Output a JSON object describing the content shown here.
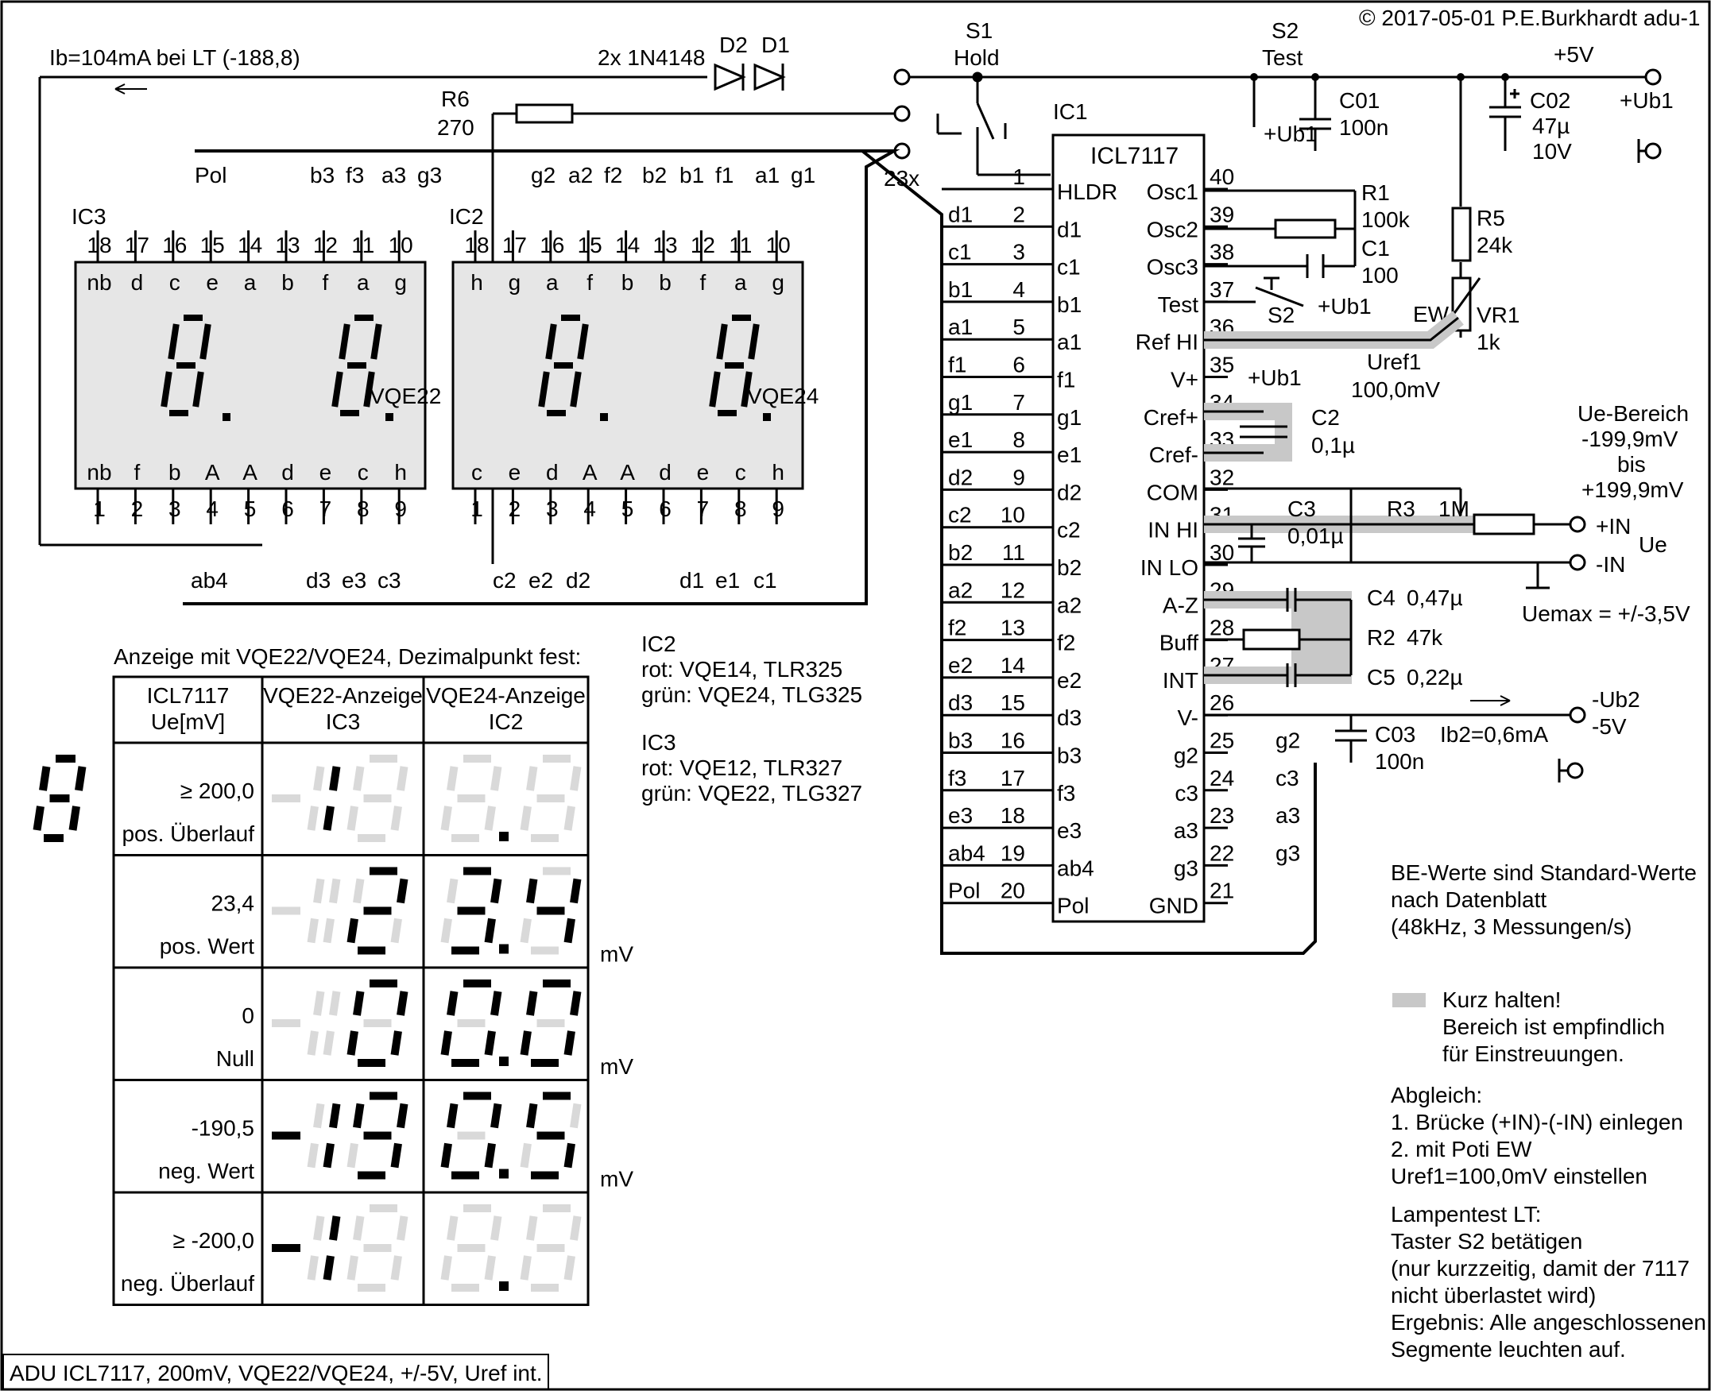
{
  "header": {
    "copyright": "© 2017-05-01 P.E.Burkhardt  adu-1"
  },
  "footer": {
    "title": "ADU ICL7117, 200mV, VQE22/VQE24, +/-5V, Uref int."
  },
  "top_labels": {
    "ib": "Ib=104mA bei LT (-188,8)",
    "diodes": "2x 1N4148",
    "d2": "D2",
    "d1": "D1",
    "s1": "S1",
    "hold": "Hold",
    "s2": "S2",
    "test": "Test",
    "plus5v": "+5V",
    "plusub1_right": "+Ub1",
    "plusub1_c01": "+Ub1",
    "c01": "C01",
    "c01_val": "100n",
    "c02": "C02",
    "c02_val1": "47µ",
    "c02_val2": "10V",
    "r6": "R6",
    "r6_val": "270",
    "ic1": "IC1",
    "count23x": "23x"
  },
  "ic1": {
    "name": "ICL7117",
    "left_pins": [
      {
        "num": "1",
        "label": "HLDR",
        "net": ""
      },
      {
        "num": "2",
        "label": "d1",
        "net": "d1"
      },
      {
        "num": "3",
        "label": "c1",
        "net": "c1"
      },
      {
        "num": "4",
        "label": "b1",
        "net": "b1"
      },
      {
        "num": "5",
        "label": "a1",
        "net": "a1"
      },
      {
        "num": "6",
        "label": "f1",
        "net": "f1"
      },
      {
        "num": "7",
        "label": "g1",
        "net": "g1"
      },
      {
        "num": "8",
        "label": "e1",
        "net": "e1"
      },
      {
        "num": "9",
        "label": "d2",
        "net": "d2"
      },
      {
        "num": "10",
        "label": "c2",
        "net": "c2"
      },
      {
        "num": "11",
        "label": "b2",
        "net": "b2"
      },
      {
        "num": "12",
        "label": "a2",
        "net": "a2"
      },
      {
        "num": "13",
        "label": "f2",
        "net": "f2"
      },
      {
        "num": "14",
        "label": "e2",
        "net": "e2"
      },
      {
        "num": "15",
        "label": "d3",
        "net": "d3"
      },
      {
        "num": "16",
        "label": "b3",
        "net": "b3"
      },
      {
        "num": "17",
        "label": "f3",
        "net": "f3"
      },
      {
        "num": "18",
        "label": "e3",
        "net": "e3"
      },
      {
        "num": "19",
        "label": "ab4",
        "net": "ab4"
      },
      {
        "num": "20",
        "label": "Pol",
        "net": "Pol"
      }
    ],
    "right_pins": [
      {
        "num": "40",
        "label": "Osc1"
      },
      {
        "num": "39",
        "label": "Osc2"
      },
      {
        "num": "38",
        "label": "Osc3"
      },
      {
        "num": "37",
        "label": "Test"
      },
      {
        "num": "36",
        "label": "Ref HI"
      },
      {
        "num": "35",
        "label": "V+"
      },
      {
        "num": "34",
        "label": "Cref+"
      },
      {
        "num": "33",
        "label": "Cref-"
      },
      {
        "num": "32",
        "label": "COM"
      },
      {
        "num": "31",
        "label": "IN HI"
      },
      {
        "num": "30",
        "label": "IN LO"
      },
      {
        "num": "29",
        "label": "A-Z"
      },
      {
        "num": "28",
        "label": "Buff"
      },
      {
        "num": "27",
        "label": "INT"
      },
      {
        "num": "26",
        "label": "V-"
      },
      {
        "num": "25",
        "label": "g2",
        "net": "g2"
      },
      {
        "num": "24",
        "label": "c3",
        "net": "c3"
      },
      {
        "num": "23",
        "label": "a3",
        "net": "a3"
      },
      {
        "num": "22",
        "label": "g3",
        "net": "g3"
      },
      {
        "num": "21",
        "label": "GND"
      }
    ]
  },
  "components": {
    "r1": "R1",
    "r1_val": "100k",
    "c1": "C1",
    "c1_val": "100",
    "s2b": "S2",
    "ub1_s2": "+Ub1",
    "ew": "EW",
    "vr1": "VR1",
    "vr1_val": "1k",
    "r5": "R5",
    "r5_val": "24k",
    "uref1": "Uref1",
    "uref1_val": "100,0mV",
    "ub1_vplus": "+Ub1",
    "c2": "C2",
    "c2_val": "0,1µ",
    "c3": "C3",
    "c3_val": "0,01µ",
    "r3": "R3",
    "r3_val": "1M",
    "in_plus": "+IN",
    "in_minus": "-IN",
    "ue": "Ue",
    "ue_range1": "Ue-Bereich",
    "ue_range2": "-199,9mV",
    "ue_range3": "bis",
    "ue_range4": "+199,9mV",
    "uemax": "Uemax = +/-3,5V",
    "c4": "C4",
    "c4_val": "0,47µ",
    "r2": "R2",
    "r2_val": "47k",
    "c5": "C5",
    "c5_val": "0,22µ",
    "ub2": "-Ub2",
    "minus5v": "-5V",
    "ib2": "Ib2=0,6mA",
    "c03": "C03",
    "c03_val": "100n"
  },
  "ic3": {
    "name": "IC3",
    "part": "VQE22",
    "top_pins": [
      "18",
      "17",
      "16",
      "15",
      "14",
      "13",
      "12",
      "11",
      "10"
    ],
    "top_segs": [
      "nb",
      "d",
      "c",
      "e",
      "a",
      "b",
      "f",
      "a",
      "g"
    ],
    "bot_segs": [
      "nb",
      "f",
      "b",
      "A",
      "A",
      "d",
      "e",
      "c",
      "h"
    ],
    "bot_pins": [
      "1",
      "2",
      "3",
      "4",
      "5",
      "6",
      "7",
      "8",
      "9"
    ],
    "top_nets": [
      "Pol",
      "b3",
      "f3",
      "a3",
      "g3"
    ],
    "bot_nets": [
      "ab4",
      "d3",
      "e3",
      "c3"
    ]
  },
  "ic2": {
    "name": "IC2",
    "part": "VQE24",
    "top_pins": [
      "18",
      "17",
      "16",
      "15",
      "14",
      "13",
      "12",
      "11",
      "10"
    ],
    "top_segs": [
      "h",
      "g",
      "a",
      "f",
      "b",
      "b",
      "f",
      "a",
      "g"
    ],
    "bot_segs": [
      "c",
      "e",
      "d",
      "A",
      "A",
      "d",
      "e",
      "c",
      "h"
    ],
    "bot_pins": [
      "1",
      "2",
      "3",
      "4",
      "5",
      "6",
      "7",
      "8",
      "9"
    ],
    "top_nets": [
      "g2",
      "a2",
      "f2",
      "b2",
      "b1",
      "f1",
      "a1",
      "g1"
    ],
    "bot_nets": [
      "c2",
      "e2",
      "d2",
      "d1",
      "e1",
      "c1"
    ]
  },
  "notes": {
    "ic2_title": "IC2",
    "ic2_red": "rot: VQE14, TLR325",
    "ic2_green": "grün: VQE24, TLG325",
    "ic3_title": "IC3",
    "ic3_red": "rot: VQE12, TLR327",
    "ic3_green": "grün: VQE22, TLG327",
    "be1": "BE-Werte sind Standard-Werte",
    "be2": "nach Datenblatt",
    "be3": "(48kHz, 3 Messungen/s)",
    "short1": "Kurz halten!",
    "short2": "Bereich ist empfindlich",
    "short3": "für Einstreuungen.",
    "adj0": "Abgleich:",
    "adj1": "1. Brücke (+IN)-(-IN) einlegen",
    "adj2": "2. mit Poti EW",
    "adj3": "Uref1=100,0mV einstellen",
    "lt0": "Lampentest LT:",
    "lt1": "Taster S2 betätigen",
    "lt2": "(nur kurzzeitig, damit der 7117",
    "lt3": "nicht überlastet wird)",
    "lt4": "Ergebnis: Alle angeschlossenen",
    "lt5": "Segmente leuchten auf."
  },
  "table": {
    "caption": "Anzeige mit VQE22/VQE24, Dezimalpunkt fest:",
    "headers": [
      [
        "ICL7117",
        "Ue[mV]"
      ],
      [
        "VQE22-Anzeige",
        "IC3"
      ],
      [
        "VQE24-Anzeige",
        "IC2"
      ]
    ],
    "rows": [
      {
        "value": "≥  200,0",
        "desc": "pos. Überlauf",
        "unit": "",
        "sign": "none",
        "ic3_digit": "1",
        "ic2": [
          "",
          ""
        ],
        "dp": false
      },
      {
        "value": "23,4",
        "desc": "pos. Wert",
        "unit": "mV",
        "sign": "none",
        "ic3_digit": "2",
        "ic2": [
          "3",
          "4"
        ],
        "dp": true
      },
      {
        "value": "0",
        "desc": "Null",
        "unit": "mV",
        "sign": "none",
        "ic3_digit": "0",
        "ic2": [
          "0",
          "0"
        ],
        "dp": true
      },
      {
        "value": "-190,5",
        "desc": "neg. Wert",
        "unit": "mV",
        "sign": "minus",
        "ic3_digit": "9",
        "ic2": [
          "0",
          "5"
        ],
        "dp": true
      },
      {
        "value": "≥  -200,0",
        "desc": "neg. Überlauf",
        "unit": "",
        "sign": "minus",
        "ic3_digit": "1",
        "ic2": [
          "",
          ""
        ],
        "dp": false
      }
    ]
  },
  "colors": {
    "ink": "#000000",
    "ghost": "#d9d9d9",
    "shade": "#c8c8c8",
    "display_body": "#e6e6e6"
  }
}
